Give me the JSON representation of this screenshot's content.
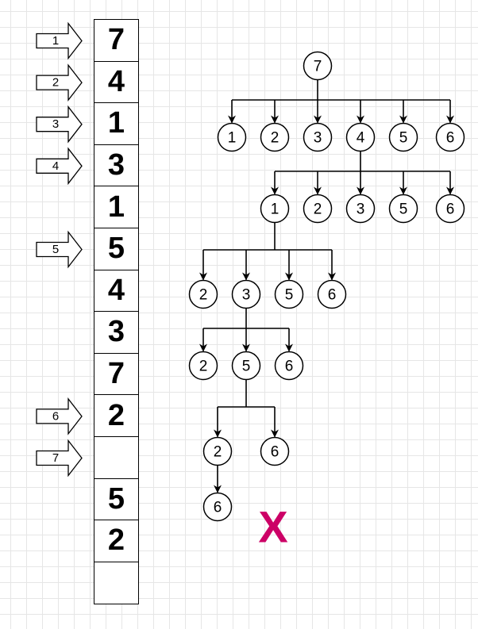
{
  "stack_cells": [
    "7",
    "4",
    "1",
    "3",
    "1",
    "5",
    "4",
    "3",
    "7",
    "2",
    "",
    "5",
    "2",
    ""
  ],
  "pointers": [
    {
      "label": "1",
      "cell": 0
    },
    {
      "label": "2",
      "cell": 1
    },
    {
      "label": "3",
      "cell": 2
    },
    {
      "label": "4",
      "cell": 3
    },
    {
      "label": "5",
      "cell": 5
    },
    {
      "label": "6",
      "cell": 9
    },
    {
      "label": "7",
      "cell": 10
    }
  ],
  "tree": {
    "label": "7",
    "children": [
      {
        "label": "1"
      },
      {
        "label": "2"
      },
      {
        "label": "3"
      },
      {
        "label": "4",
        "children": [
          {
            "label": "1",
            "children": [
              {
                "label": "2"
              },
              {
                "label": "3",
                "children": [
                  {
                    "label": "2"
                  },
                  {
                    "label": "5",
                    "children": [
                      {
                        "label": "2",
                        "children": [
                          {
                            "label": "6"
                          }
                        ]
                      },
                      {
                        "label": "6"
                      }
                    ]
                  },
                  {
                    "label": "6"
                  }
                ]
              },
              {
                "label": "5"
              },
              {
                "label": "6"
              }
            ]
          },
          {
            "label": "2"
          },
          {
            "label": "3"
          },
          {
            "label": "5"
          },
          {
            "label": "6"
          }
        ]
      },
      {
        "label": "5"
      },
      {
        "label": "6"
      }
    ]
  },
  "dead_end_mark": "X",
  "colors": {
    "cross": "#cc0066"
  }
}
